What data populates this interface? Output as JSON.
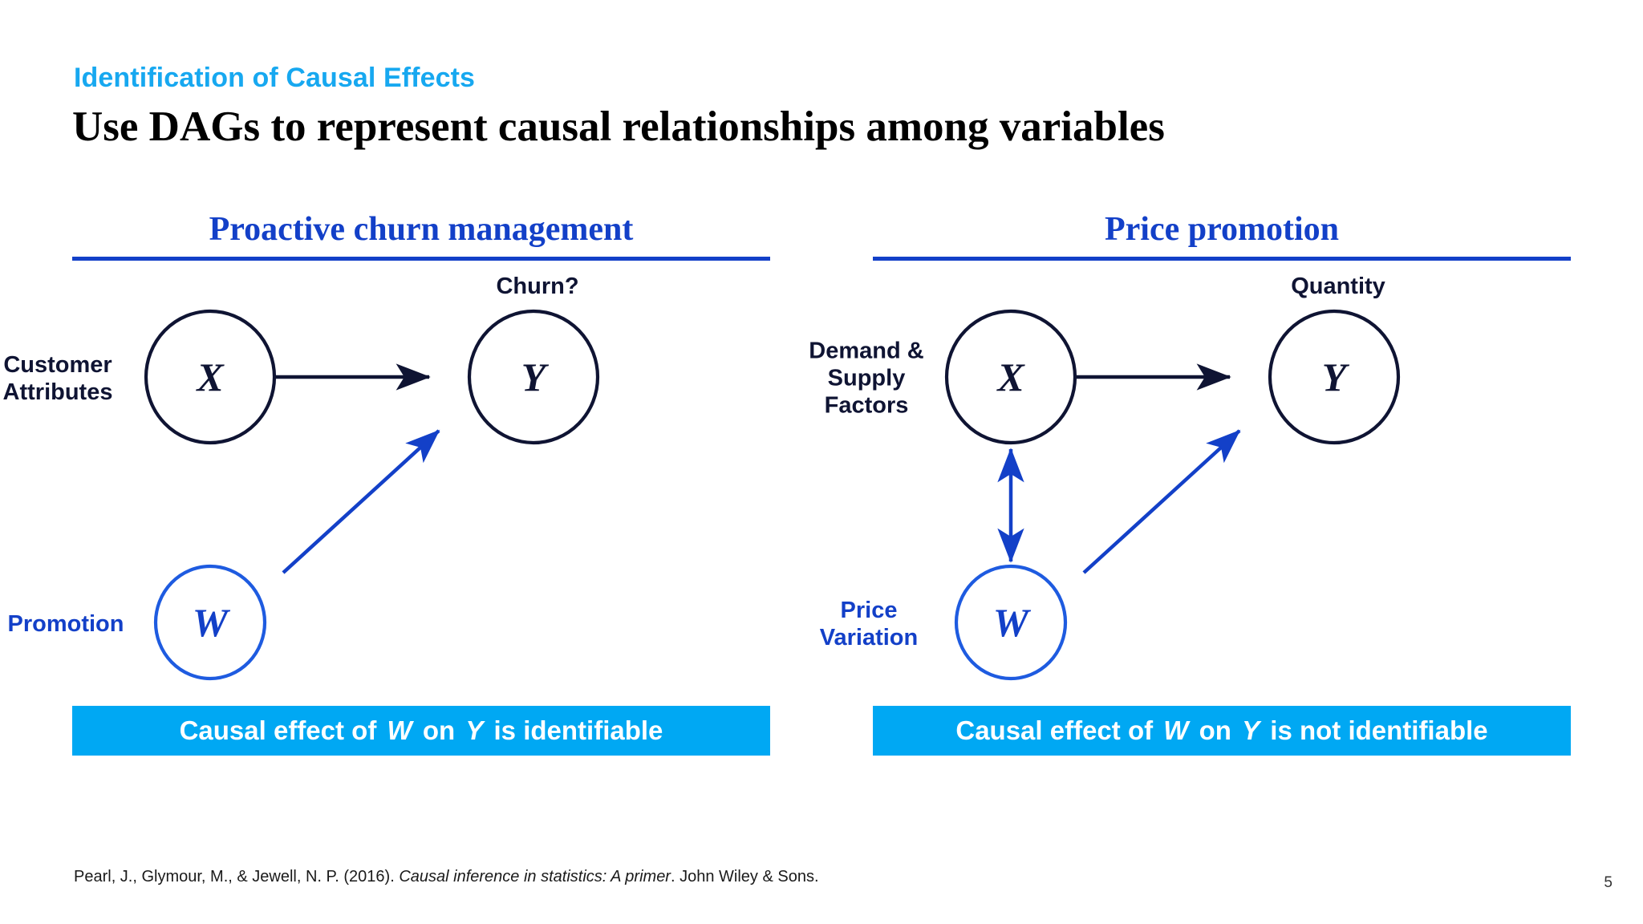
{
  "header": {
    "eyebrow": "Identification of Causal Effects",
    "title": "Use DAGs to represent causal relationships among variables",
    "eyebrow_color": "#17A8F0",
    "title_color": "#000000"
  },
  "colors": {
    "accent_cyan": "#00A8F3",
    "accent_blue": "#1340C8",
    "node_dark": "#0F1433",
    "rule_blue": "#1340C8"
  },
  "panels": [
    {
      "id": "proactive-churn-management",
      "title": "Proactive churn management",
      "nodes": [
        {
          "id": "x",
          "letter": "X",
          "caption": "Customer\nAttributes",
          "caption_pos": "left",
          "color": "dark"
        },
        {
          "id": "y",
          "letter": "Y",
          "caption": "Churn?",
          "caption_pos": "top",
          "color": "dark"
        },
        {
          "id": "w",
          "letter": "W",
          "caption": "Promotion",
          "caption_pos": "left",
          "color": "blue"
        }
      ],
      "edges": [
        {
          "from": "x",
          "to": "y",
          "style": "single",
          "color": "dark"
        },
        {
          "from": "w",
          "to": "y",
          "style": "single",
          "color": "blue"
        }
      ],
      "banner": {
        "prefix": "Causal effect of",
        "var1": "W",
        "middle": "on",
        "var2": "Y",
        "suffix": "is identifiable"
      }
    },
    {
      "id": "price-promotion",
      "title": "Price promotion",
      "nodes": [
        {
          "id": "x",
          "letter": "X",
          "caption": "Demand &\nSupply\nFactors",
          "caption_pos": "left",
          "color": "dark"
        },
        {
          "id": "y",
          "letter": "Y",
          "caption": "Quantity",
          "caption_pos": "top",
          "color": "dark"
        },
        {
          "id": "w",
          "letter": "W",
          "caption": "Price\nVariation",
          "caption_pos": "left",
          "color": "blue"
        }
      ],
      "edges": [
        {
          "from": "x",
          "to": "y",
          "style": "single",
          "color": "dark"
        },
        {
          "from": "w",
          "to": "y",
          "style": "single",
          "color": "blue"
        },
        {
          "from": "x",
          "to": "w",
          "style": "double",
          "color": "blue"
        }
      ],
      "banner": {
        "prefix": "Causal effect of",
        "var1": "W",
        "middle": "on",
        "var2": "Y",
        "suffix": "is not identifiable"
      }
    }
  ],
  "footer": {
    "citation_pre": "Pearl, J., Glymour, M., & Jewell, N. P. (2016). ",
    "citation_italic": "Causal inference in statistics: A primer",
    "citation_post": ". John Wiley & Sons.",
    "page_number": "5"
  }
}
